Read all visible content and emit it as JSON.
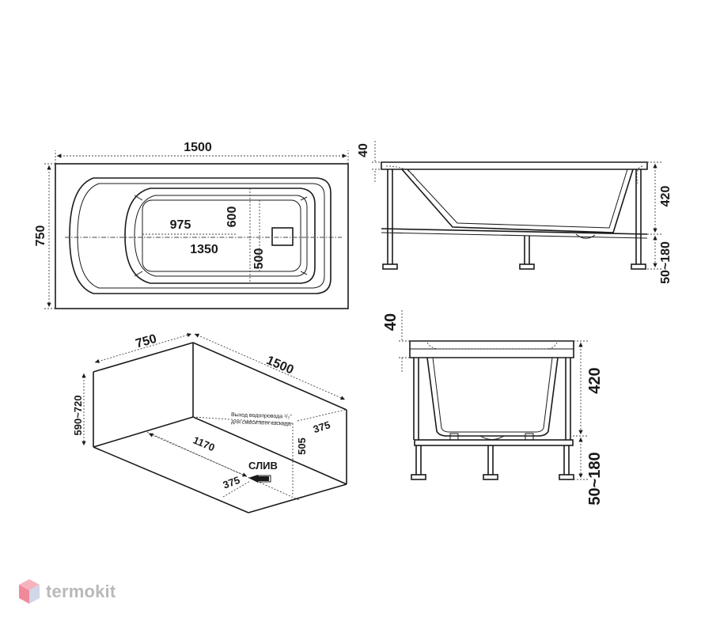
{
  "top_view": {
    "length": "1500",
    "width": "750",
    "inner_length": "975",
    "inner_width": "600",
    "bottom_length": "1350",
    "bottom_width": "500"
  },
  "side_view": {
    "rim": "40",
    "height": "420",
    "legs": "50~180"
  },
  "front_view": {
    "rim": "40",
    "height": "420",
    "legs": "50~180"
  },
  "install_view": {
    "width": "750",
    "length": "1500",
    "wall_height": "590~720",
    "water_outlet_line1": "Выход водопровода ¹/₂''",
    "water_outlet_line2": "для смесителя каскада",
    "outlet_offset": "375",
    "outlet_height": "505",
    "drain_distance": "1170",
    "drain_label": "СЛИВ",
    "drain_offset": "375"
  },
  "brand": {
    "name": "termokit",
    "color": "#b9b9b9",
    "accent": "#f08a9a"
  }
}
